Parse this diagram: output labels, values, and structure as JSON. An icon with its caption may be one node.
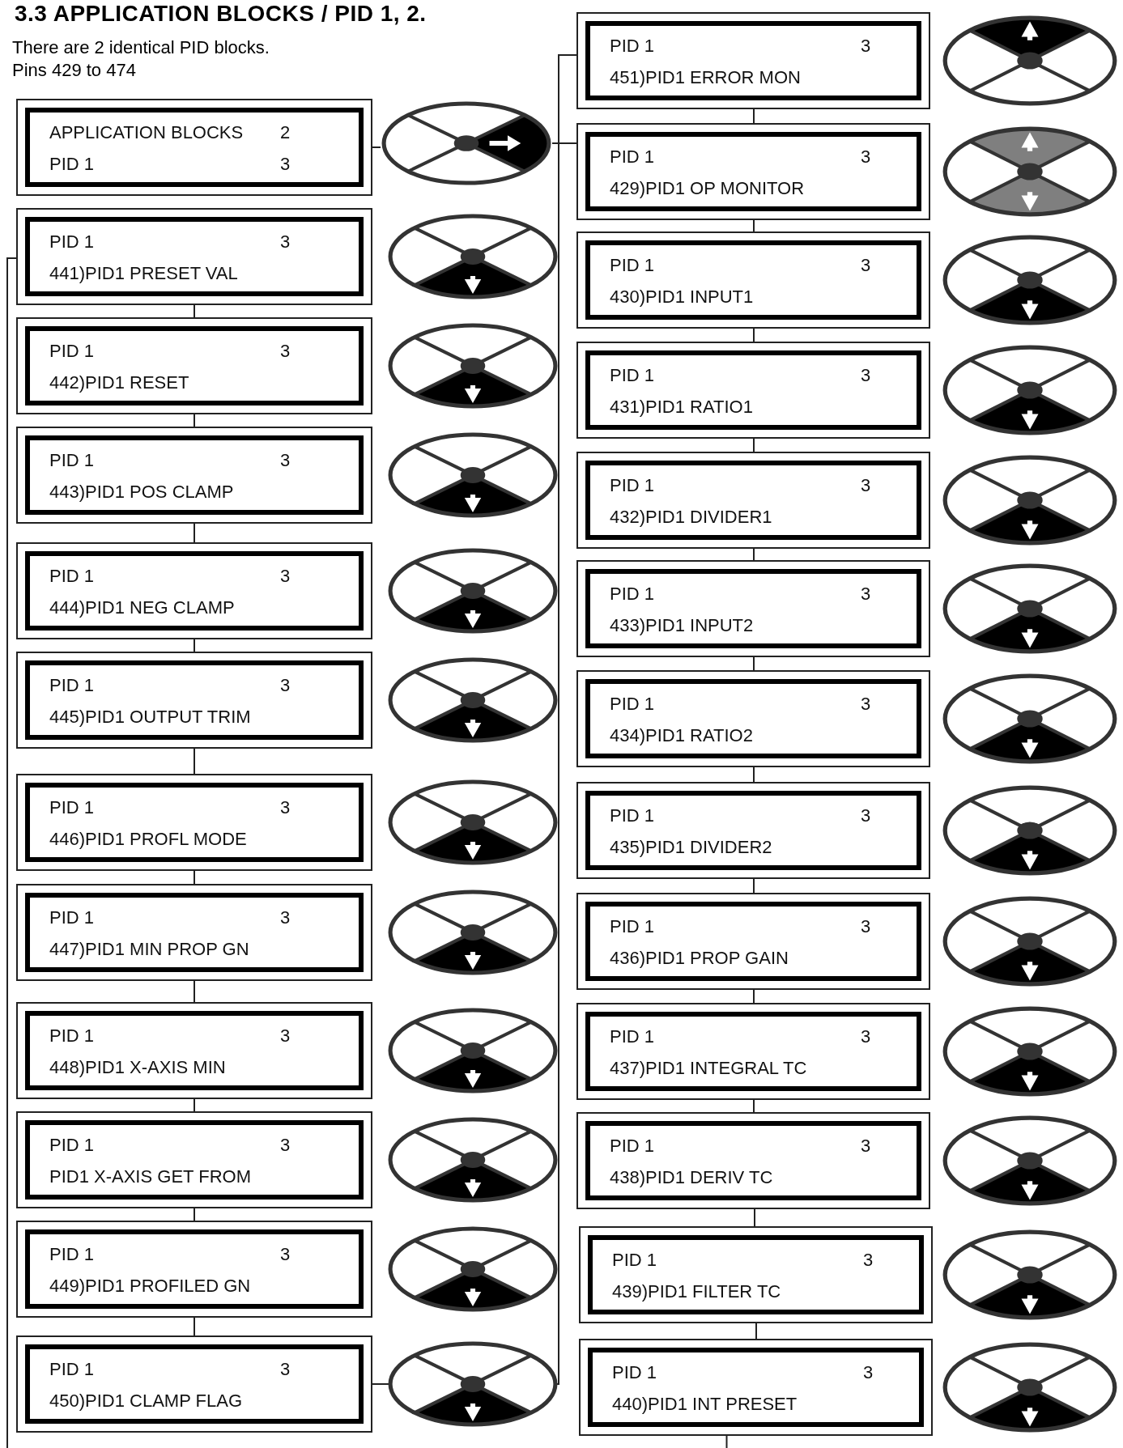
{
  "diagram": {
    "title": "3.3 APPLICATION BLOCKS / PID 1, 2.",
    "nodes": [
      {
        "text": [
          "APPLICATION BLOCKS",
          "2",
          "PID 1",
          "3"
        ]
      },
      {
        "text": [],
        "shape": "ellipse"
      },
      {
        "text": [
          "PID 1",
          "3",
          "441)PID1 PRESET VAL"
        ]
      },
      {
        "text": [
          "PID 1",
          "3",
          "442)PID1 RESET"
        ]
      },
      {
        "text": [
          "PID 1",
          "3",
          "443)PID1 POS CLAMP"
        ]
      },
      {
        "text": [
          "PID 1",
          "3",
          "444)PID1 NEG CLAMP"
        ]
      },
      {
        "text": [
          "PID 1",
          "3",
          "445)PID1 OUTPUT TRIM"
        ]
      },
      {
        "text": [
          "PID 1",
          "3",
          "446)PID1 PROFL MODE"
        ]
      },
      {
        "text": [
          "PID 1",
          "3",
          "447)PID1 MIN PROP GN"
        ]
      },
      {
        "text": [
          "PID 1",
          "3",
          "448)PID1 X-AXIS MIN"
        ]
      },
      {
        "text": [
          "PID 1",
          "3",
          "PID1 X-AXIS GET FROM"
        ]
      },
      {
        "text": [
          "PID 1",
          "3",
          "449)PID1 PROFILED GN"
        ]
      },
      {
        "text": [
          "PID 1",
          "3",
          "450)PID1 CLAMP FLAG"
        ]
      },
      {
        "text": [
          "PID 1",
          "3",
          "451)PID1 ERROR MON"
        ]
      },
      {
        "text": [
          "PID 1",
          "3",
          "429)PID1 OP MONITOR"
        ]
      },
      {
        "text": [
          "PID 1",
          "3",
          "430)PID1 INPUT1"
        ]
      },
      {
        "text": [
          "PID 1",
          "3",
          "431)PID1 RATIO1"
        ]
      },
      {
        "text": [
          "PID 1",
          "3",
          "432)PID1 DIVIDER1"
        ]
      },
      {
        "text": [
          "PID 1",
          "3",
          "433)PID1 INPUT2"
        ]
      },
      {
        "text": [
          "PID 1",
          "3",
          "434)PID1 RATIO2"
        ]
      },
      {
        "text": [
          "PID 1",
          "3",
          "435)PID1 DIVIDER2"
        ]
      },
      {
        "text": [
          "PID 1",
          "3",
          "436)PID1 PROP GAIN"
        ]
      },
      {
        "text": [
          "PID 1",
          "3",
          "437)PID1 INTEGRAL TC"
        ]
      },
      {
        "text": [
          "PID 1",
          "3",
          "438)PID1 DERIV TC"
        ]
      },
      {
        "text": [
          "PID 1",
          "3",
          "439)PID1 FILTER TC"
        ]
      },
      {
        "text": [
          "PID 1",
          "3",
          "440)PID1 INT PRESET"
        ]
      }
    ],
    "edges": [
      {
        "from": 0,
        "to": 1,
        "arrow": "none"
      },
      {
        "from": 1,
        "to": 14,
        "arrow": "none"
      },
      {
        "from": null,
        "to": 2,
        "arrow": "none"
      },
      {
        "from": 2,
        "to": 3,
        "arrow": "none"
      },
      {
        "from": 3,
        "to": 4,
        "arrow": "none"
      },
      {
        "from": 4,
        "to": 5,
        "arrow": "none"
      },
      {
        "from": 5,
        "to": 6,
        "arrow": "none"
      },
      {
        "from": 6,
        "to": 7,
        "arrow": "none"
      },
      {
        "from": 7,
        "to": 8,
        "arrow": "none"
      },
      {
        "from": 8,
        "to": 9,
        "arrow": "none"
      },
      {
        "from": 9,
        "to": 10,
        "arrow": "none"
      },
      {
        "from": 10,
        "to": 11,
        "arrow": "none"
      },
      {
        "from": 11,
        "to": 12,
        "arrow": "none"
      },
      {
        "from": 12,
        "to": 13,
        "arrow": "none"
      },
      {
        "from": 13,
        "to": 14,
        "arrow": "none"
      },
      {
        "from": 14,
        "to": 15,
        "arrow": "none"
      },
      {
        "from": 15,
        "to": 16,
        "arrow": "none"
      },
      {
        "from": 16,
        "to": 17,
        "arrow": "none"
      },
      {
        "from": 17,
        "to": 18,
        "arrow": "none"
      },
      {
        "from": 18,
        "to": 19,
        "arrow": "none"
      },
      {
        "from": 19,
        "to": 20,
        "arrow": "none"
      },
      {
        "from": 20,
        "to": 21,
        "arrow": "none"
      },
      {
        "from": 21,
        "to": 22,
        "arrow": "none"
      },
      {
        "from": 22,
        "to": 23,
        "arrow": "none"
      },
      {
        "from": 23,
        "to": 24,
        "arrow": "none"
      },
      {
        "from": 24,
        "to": 25,
        "arrow": "none"
      },
      {
        "from": 25,
        "to": null,
        "arrow": "none"
      }
    ],
    "labels": [
      "There are 2 identical PID blocks.",
      "Pins 429 to 474"
    ]
  }
}
